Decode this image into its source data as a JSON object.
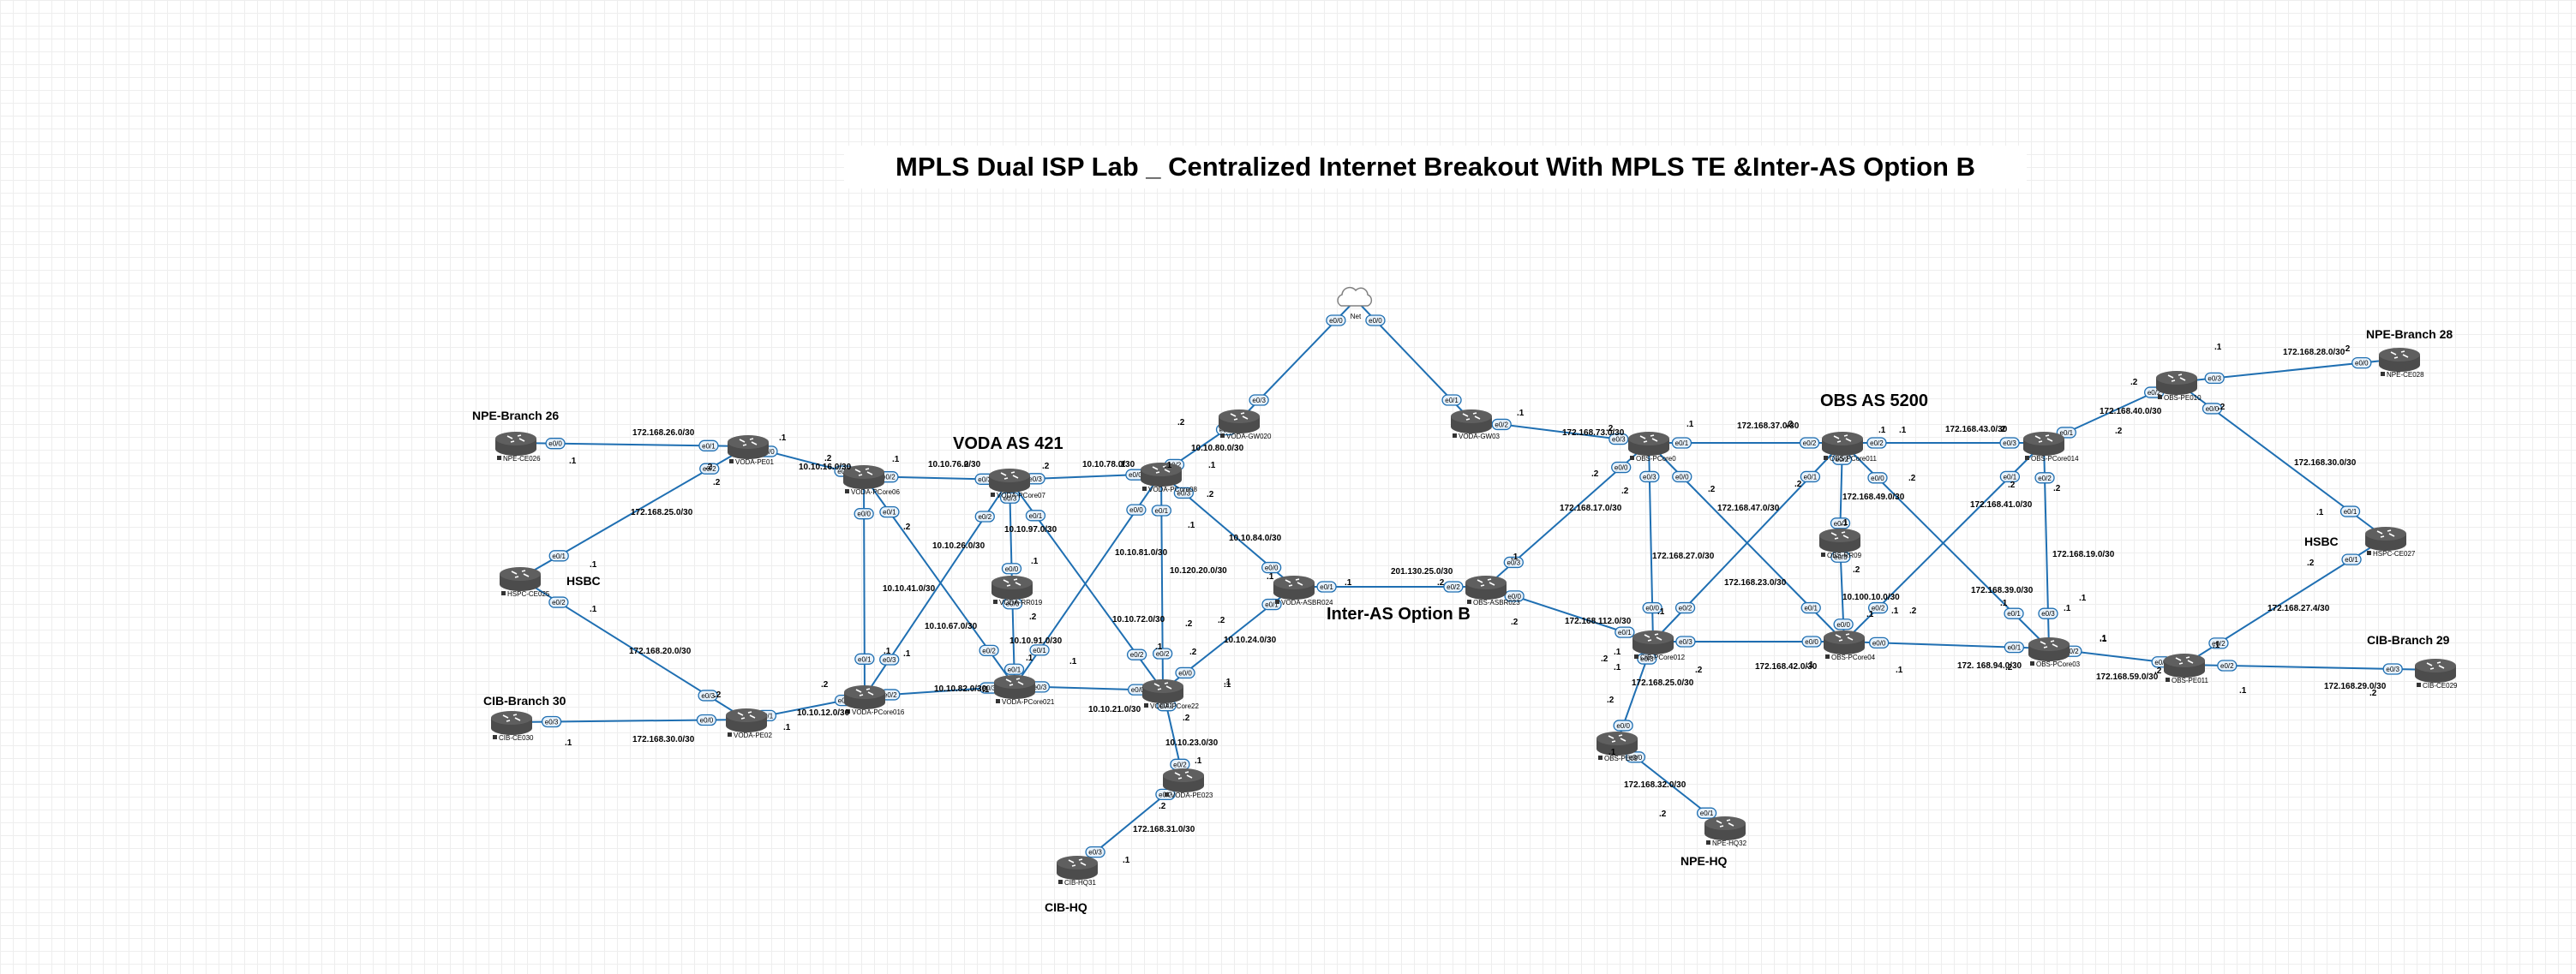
{
  "title": "MPLS Dual ISP Lab _ Centralized Internet Breakout With MPLS TE &Inter-AS Option B",
  "colors": {
    "link": "#1f6fb2",
    "router_body": "#5f5f5f",
    "port_fill": "#e8f2fb"
  },
  "icons": {
    "router": "router-icon",
    "cloud": "cloud-icon",
    "port": "interface-port-icon"
  },
  "group_labels": [
    "VODA AS 421",
    "OBS AS 5200",
    "Inter-AS Option B"
  ],
  "site_labels": [
    "NPE-Branch 26",
    "HSBC",
    "CIB-Branch 30",
    "CIB-HQ",
    "NPE-HQ",
    "NPE-Branch 28",
    "HSBC",
    "CIB-Branch 29"
  ],
  "nodes": [
    {
      "id": "net",
      "label": "Net"
    },
    {
      "id": "npe-ce026",
      "label": "NPE-CE026"
    },
    {
      "id": "hspc-ce025",
      "label": "HSPC-CE025"
    },
    {
      "id": "cib-ce030",
      "label": "CIB-CE030"
    },
    {
      "id": "voda-pe01",
      "label": "VODA-PE01"
    },
    {
      "id": "voda-pe02",
      "label": "VODA-PE02"
    },
    {
      "id": "voda-pcore06",
      "label": "VODA-PCore06"
    },
    {
      "id": "voda-pcore07",
      "label": "VODA-PCore07"
    },
    {
      "id": "voda-pcore08",
      "label": "VODA-PCore08"
    },
    {
      "id": "voda-pcore016",
      "label": "VODA-PCore016"
    },
    {
      "id": "voda-pcore021",
      "label": "VODA-PCore021"
    },
    {
      "id": "voda-pcore22",
      "label": "VODA-PCore22"
    },
    {
      "id": "voda-rr019",
      "label": "VODA-RR019"
    },
    {
      "id": "voda-gw020",
      "label": "VODA-GW020"
    },
    {
      "id": "voda-asbr024",
      "label": "VODA-ASBR024"
    },
    {
      "id": "voda-pe023",
      "label": "VODA-PE023"
    },
    {
      "id": "cib-hq31",
      "label": "CIB-HQ31"
    },
    {
      "id": "voda-gw03",
      "label": "VODA-GW03"
    },
    {
      "id": "obs-asbr023",
      "label": "OBS-ASBR023"
    },
    {
      "id": "obs-pcore0",
      "label": "OBS-PCore0"
    },
    {
      "id": "obs-pcore011",
      "label": "OBS-PCore011"
    },
    {
      "id": "obs-pcore014",
      "label": "OBS-PCore014"
    },
    {
      "id": "obs-rr09",
      "label": "OBS-RR09"
    },
    {
      "id": "cib-pcore012",
      "label": "CIB-PCore012"
    },
    {
      "id": "obs-pcore04",
      "label": "OBS-PCore04"
    },
    {
      "id": "obs-pcore03",
      "label": "OBS-PCore03"
    },
    {
      "id": "obs-pe010",
      "label": "OBS-PE010"
    },
    {
      "id": "obs-pe011",
      "label": "OBS-PE011"
    },
    {
      "id": "npe-ce028",
      "label": "NPE-CE028"
    },
    {
      "id": "hspc-ce027",
      "label": "HSPC-CE027"
    },
    {
      "id": "cib-ce029",
      "label": "CIB-CE029"
    },
    {
      "id": "obs-pe09",
      "label": "OBS-PE09"
    },
    {
      "id": "npe-hq32",
      "label": "NPE-HQ32"
    }
  ],
  "subnets": [
    "172.168.26.0/30",
    "172.168.25.0/30",
    "172.168.20.0/30",
    "172.168.30.0/30",
    "10.10.16.0/30",
    "10.10.12.0/30",
    "10.10.76.0/30",
    "10.10.78.0/30",
    "10.10.26.0/30",
    "10.10.97.0/30",
    "10.10.41.0/30",
    "10.10.67.0/30",
    "10.10.91.0/30",
    "10.10.82.0/30",
    "10.10.21.0/30",
    "10.10.81.0/30",
    "10.120.20.0/30",
    "10.10.72.0/30",
    "10.10.80.0/30",
    "10.10.84.0/30",
    "10.10.24.0/30",
    "10.10.23.0/30",
    "172.168.31.0/30",
    "201.130.25.0/30",
    "172.168.73.0/30",
    "172.168.17.0/30",
    "172.168.112.0/30",
    "172.168.37.0/30",
    "172.168.43.0/30",
    "172.168.47.0/30",
    "172.168.49.0/30",
    "172.168.27.0/30",
    "172.168.23.0/30",
    "10.100.10.0/30",
    "172.168.41.0/30",
    "172.168.39.0/30",
    "172.168.19.0/30",
    "172.168.42.0/30",
    "172. 168.94.0/30",
    "172.168.59.0/30",
    "172.168.25.0/30",
    "172.168.32.0/30",
    "172.168.40.0/30",
    "172.168.28.0/30",
    "172.168.30.0/30",
    "172.168.27.4/30",
    "172.168.29.0/30"
  ],
  "host_octets": [
    ".1",
    ".2"
  ],
  "interfaces": [
    "e0/0",
    "e0/1",
    "e0/2",
    "e0/3"
  ]
}
